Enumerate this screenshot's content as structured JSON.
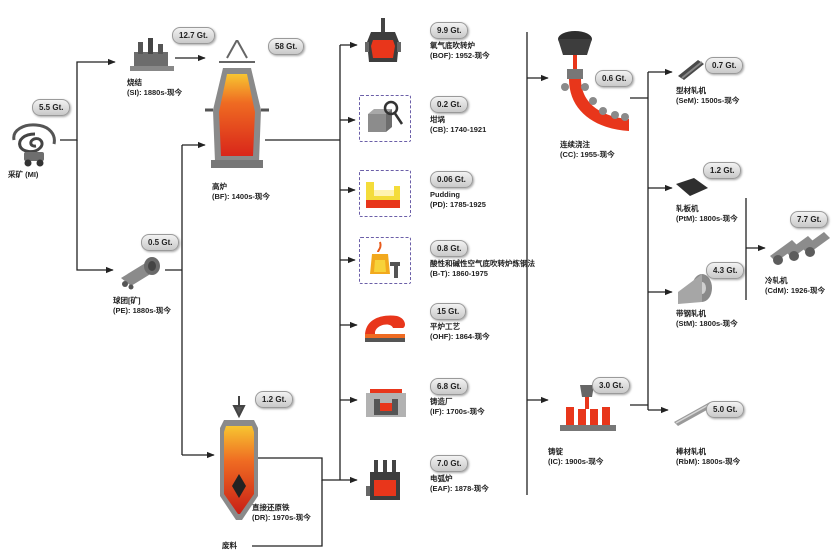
{
  "nodes": {
    "mi": {
      "name": "采矿 (MI)",
      "amount": "5.5 Gt."
    },
    "si": {
      "name": "烧结",
      "detail": "(SI): 1880s-现今",
      "amount": "12.7 Gt."
    },
    "pe": {
      "name": "球团[矿]",
      "detail": "(PE): 1880s-现今",
      "amount": "0.5 Gt."
    },
    "bf": {
      "name": "高炉",
      "detail": "(BF): 1400s-现今",
      "amount": "58 Gt."
    },
    "dr": {
      "name": "直接还原铁",
      "detail": "(DR): 1970s-现今",
      "amount": "1.2 Gt."
    },
    "scrap": {
      "name": "废料"
    },
    "bof": {
      "name": "氧气底吹转炉",
      "detail": "(BOF): 1952-现今",
      "amount": "9.9 Gt."
    },
    "cb": {
      "name": "坩埚",
      "detail": "(CB): 1740-1921",
      "amount": "0.2 Gt."
    },
    "pd": {
      "name": "Pudding",
      "detail": "(PD): 1785-1925",
      "amount": "0.06 Gt."
    },
    "bt": {
      "name": "酸性和碱性空气底吹转炉炼钢法",
      "detail": "(B-T): 1860-1975",
      "amount": "0.8 Gt."
    },
    "ohf": {
      "name": "平炉工艺",
      "detail": "(OHF): 1864-现今",
      "amount": "15 Gt."
    },
    "if": {
      "name": "铸造厂",
      "detail": "(IF): 1700s-现今",
      "amount": "6.8 Gt."
    },
    "eaf": {
      "name": "电弧炉",
      "detail": "(EAF): 1878-现今",
      "amount": "7.0 Gt."
    },
    "cc": {
      "name": "连续浇注",
      "detail": "(CC): 1955-现今",
      "amount": "0.6 Gt."
    },
    "ic": {
      "name": "铸锭",
      "detail": "(IC): 1900s-现今",
      "amount": "3.0 Gt."
    },
    "sem": {
      "name": "型材轧机",
      "detail": "(SeM): 1500s-现今",
      "amount": "0.7 Gt."
    },
    "ptm": {
      "name": "轧板机",
      "detail": "(PtM): 1800s-现今",
      "amount": "1.2 Gt."
    },
    "stm": {
      "name": "带钢轧机",
      "detail": "(StM): 1800s-现今",
      "amount": "4.3 Gt."
    },
    "rbm": {
      "name": "棒材轧机",
      "detail": "(RbM): 1800s-现今",
      "amount": "5.0 Gt."
    },
    "cdm": {
      "name": "冷轧机",
      "detail": "(CdM): 1926-现今",
      "amount": "7.7 Gt."
    }
  },
  "colors": {
    "hot": "#e8361b",
    "glow": "#f7c531",
    "metal": "#7d7d7d",
    "dark": "#3a3a3a",
    "line": "#222222",
    "dash": "#6b5fa8"
  },
  "icons": [
    "mining-icon",
    "sinter-icon",
    "pellet-icon",
    "blast-furnace-icon",
    "direct-reduction-icon",
    "bof-icon",
    "crucible-icon",
    "puddling-icon",
    "bessemer-icon",
    "open-hearth-icon",
    "foundry-icon",
    "eaf-icon",
    "continuous-casting-icon",
    "ingot-casting-icon",
    "section-mill-icon",
    "plate-mill-icon",
    "strip-mill-icon",
    "rod-bar-mill-icon",
    "cold-mill-icon"
  ]
}
